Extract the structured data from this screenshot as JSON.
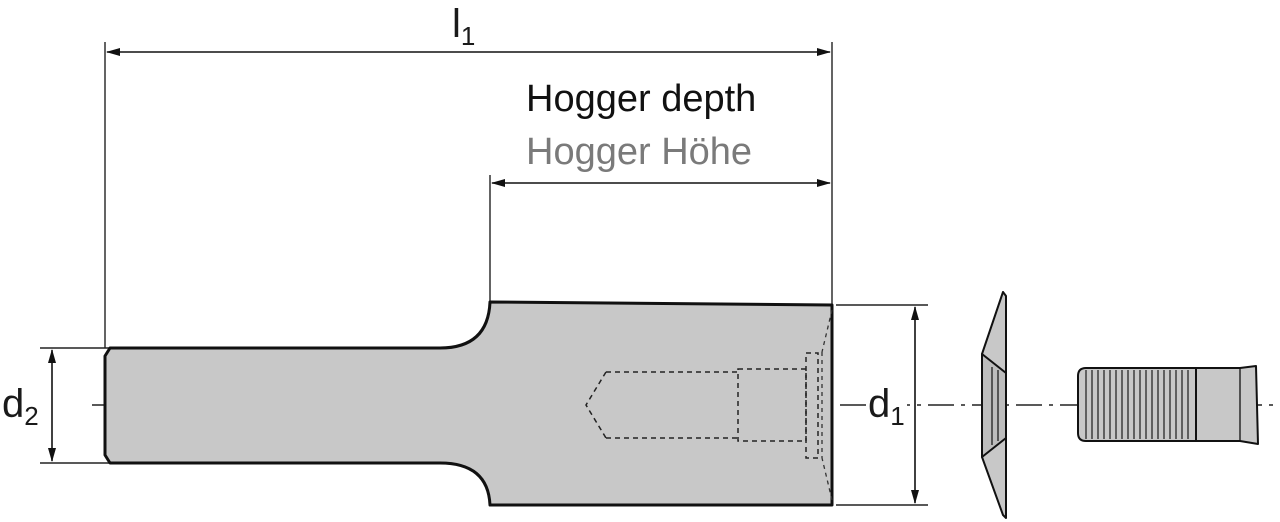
{
  "labels": {
    "l1": {
      "main": "l",
      "sub": "1"
    },
    "d1": {
      "main": "d",
      "sub": "1"
    },
    "d2": {
      "main": "d",
      "sub": "2"
    },
    "title_en": "Hogger depth",
    "title_de": "Hogger Höhe"
  },
  "colors": {
    "body_fill": "#c8c8c8",
    "outline": "#111111",
    "secondary_text": "#7a7a7a"
  }
}
